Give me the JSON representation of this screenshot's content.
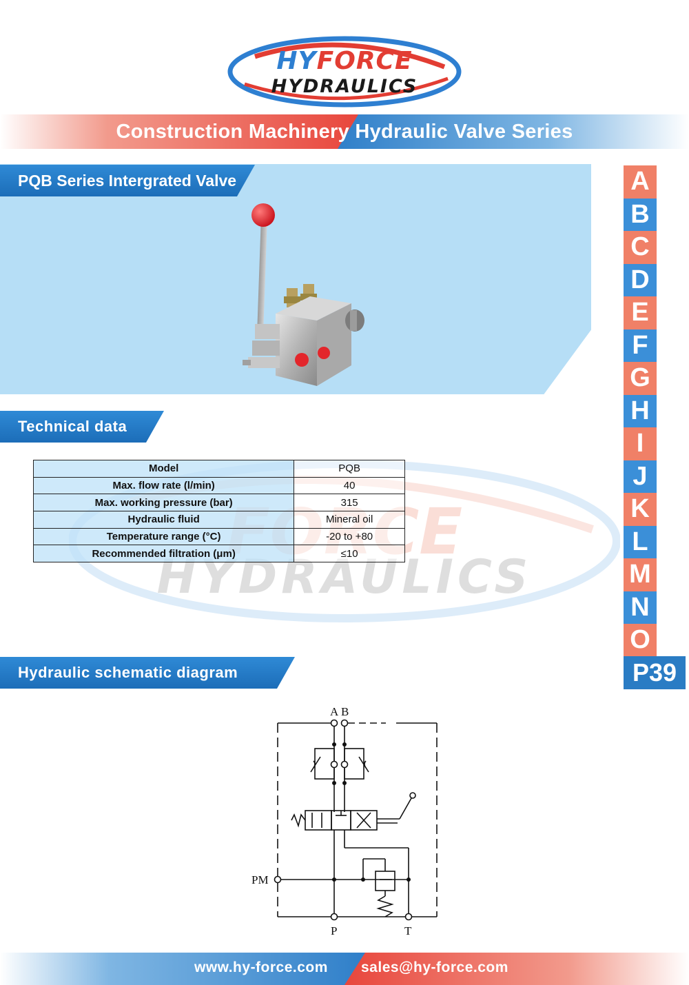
{
  "logo": {
    "line1_blue": "HY",
    "line1_red": "FORCE",
    "line2": "HYDRAULICS"
  },
  "banner": {
    "title": "Construction Machinery Hydraulic Valve Series"
  },
  "sections": {
    "product": "PQB Series Intergrated Valve",
    "technical": "Technical data",
    "schematic": "Hydraulic schematic diagram"
  },
  "spec_table": {
    "rows": [
      {
        "label": "Model",
        "value": "PQB"
      },
      {
        "label": "Max. flow rate (l/min)",
        "value": "40"
      },
      {
        "label": "Max. working pressure (bar)",
        "value": "315"
      },
      {
        "label": "Hydraulic fluid",
        "value": "Mineral oil"
      },
      {
        "label": "Temperature range (°C)",
        "value": "-20 to +80"
      },
      {
        "label": "Recommended filtration (μm)",
        "value": "≤10"
      }
    ]
  },
  "schematic_labels": {
    "a": "A",
    "b": "B",
    "pm": "PM",
    "p": "P",
    "t": "T"
  },
  "side_index": [
    "A",
    "B",
    "C",
    "D",
    "E",
    "F",
    "G",
    "H",
    "I",
    "J",
    "K",
    "L",
    "M",
    "N",
    "O"
  ],
  "page_number": "P39",
  "footer": {
    "website": "www.hy-force.com",
    "email": "sales@hy-force.com"
  },
  "colors": {
    "blue": "#2a7cc4",
    "red": "#e8463c",
    "salmon": "#f08067",
    "panel": "#b6def6"
  }
}
